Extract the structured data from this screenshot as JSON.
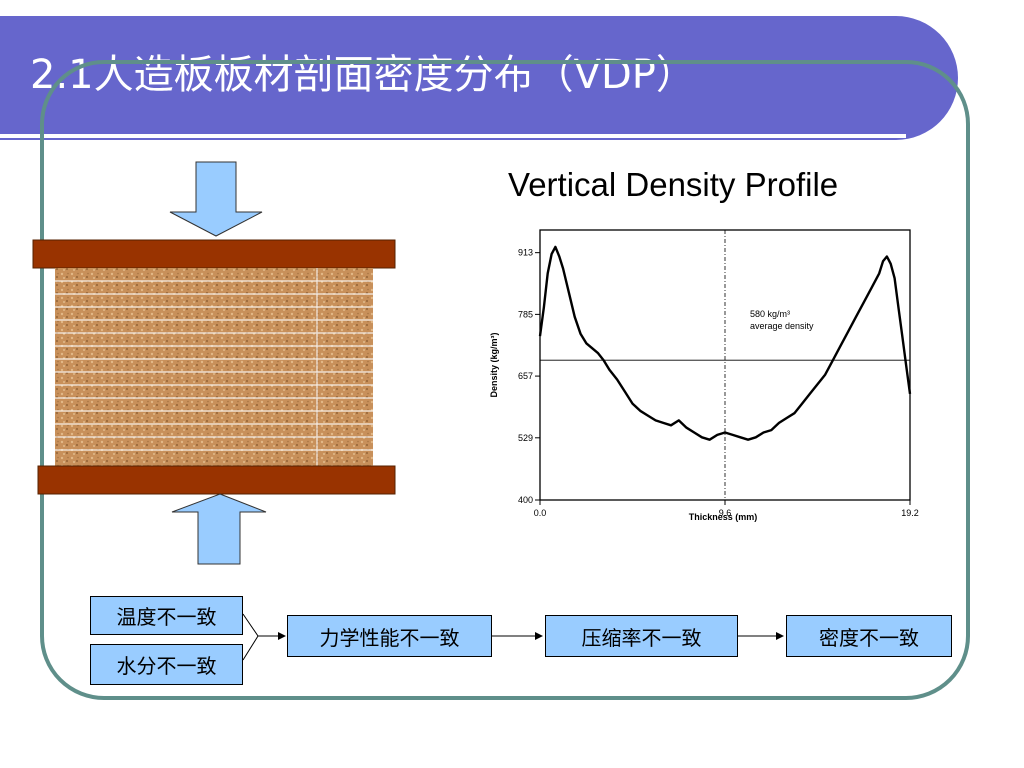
{
  "slide": {
    "title": "2.1人造板板材剖面密度分布（VDP）",
    "chart_caption": "Vertical Density Profile"
  },
  "chart_data": {
    "type": "line",
    "xlabel": "Thickness (mm)",
    "ylabel": "Density (kg/m³)",
    "xlim": [
      0.0,
      19.2
    ],
    "ylim": [
      400,
      960
    ],
    "x_ticks": [
      "0.0",
      "9.6",
      "19.2"
    ],
    "y_ticks": [
      "400",
      "529",
      "657",
      "785",
      "913"
    ],
    "annotation": {
      "line1": "580 kg/m³",
      "line2": "average density"
    },
    "reference_lines": {
      "horizontal_y": 690,
      "vertical_x": 9.6
    },
    "series": [
      {
        "x": [
          0.0,
          0.2,
          0.4,
          0.6,
          0.8,
          1.0,
          1.2,
          1.5,
          1.8,
          2.1,
          2.4,
          2.7,
          3.0,
          3.3,
          3.6,
          4.0,
          4.4,
          4.8,
          5.2,
          5.6,
          6.0,
          6.4,
          6.8,
          7.2,
          7.6,
          8.0,
          8.4,
          8.8,
          9.2,
          9.6,
          10.0,
          10.4,
          10.8,
          11.2,
          11.6,
          12.0,
          12.4,
          12.8,
          13.2,
          13.6,
          14.0,
          14.4,
          14.8,
          15.2,
          15.6,
          16.0,
          16.4,
          16.8,
          17.2,
          17.6,
          17.8,
          18.0,
          18.2,
          18.4,
          18.6,
          18.8,
          19.0,
          19.2
        ],
        "y": [
          740,
          800,
          870,
          910,
          925,
          905,
          880,
          830,
          780,
          745,
          725,
          715,
          705,
          690,
          670,
          650,
          625,
          600,
          585,
          575,
          565,
          560,
          555,
          565,
          550,
          540,
          530,
          525,
          535,
          540,
          535,
          530,
          525,
          530,
          540,
          545,
          560,
          570,
          580,
          600,
          620,
          640,
          660,
          690,
          720,
          750,
          780,
          810,
          840,
          870,
          895,
          905,
          890,
          860,
          800,
          740,
          680,
          620
        ]
      }
    ]
  },
  "flow": {
    "temperature": "温度不一致",
    "moisture": "水分不一致",
    "mechanical": "力学性能不一致",
    "compression": "压缩率不一致",
    "density": "密度不一致"
  }
}
